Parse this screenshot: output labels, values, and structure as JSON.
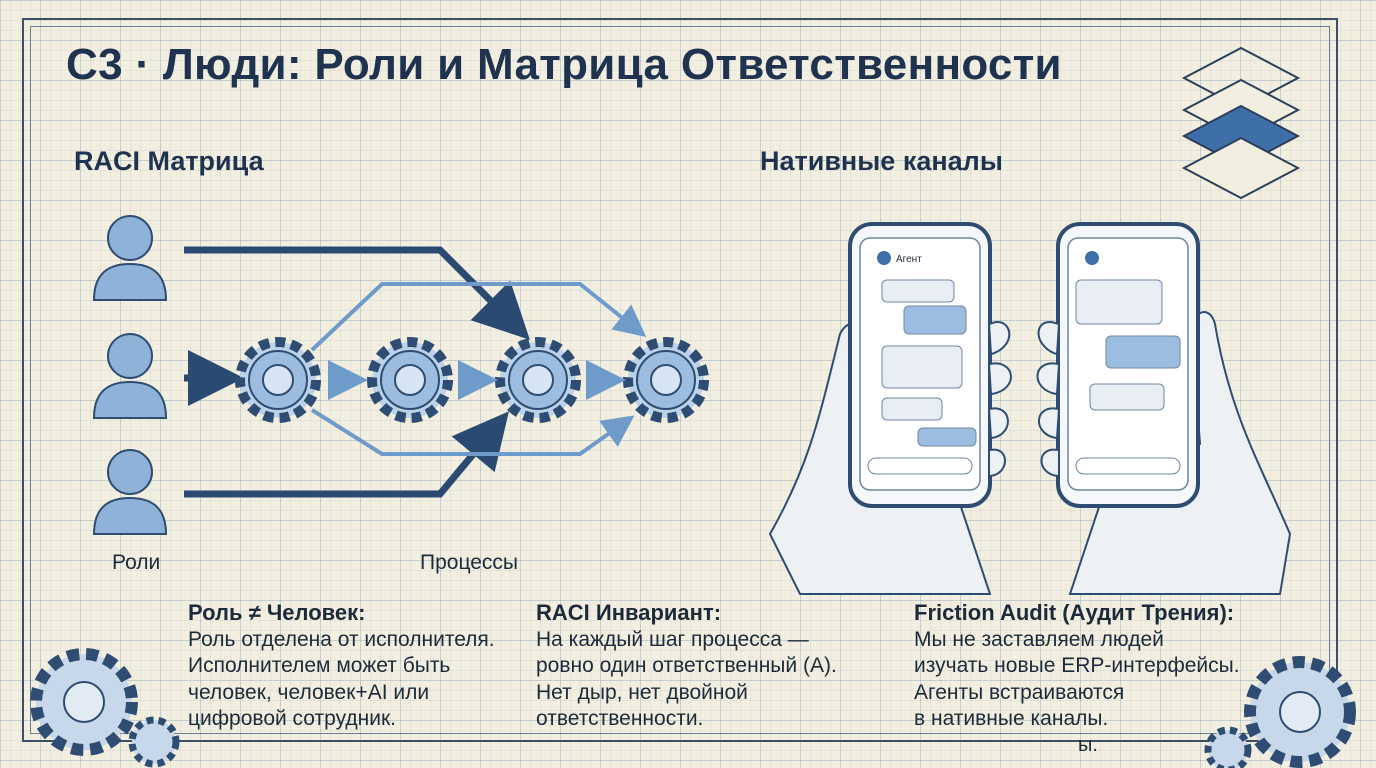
{
  "title": "C3 · Люди: Роли и Матрица Ответственности",
  "left_section": {
    "heading": "RACI Матрица",
    "roles_label": "Роли",
    "processes_label": "Процессы"
  },
  "right_section": {
    "heading": "Нативные каналы",
    "chat_header": "Агент"
  },
  "blocks": [
    {
      "title": "Роль ≠ Человек:",
      "lines": [
        "Роль отделена от исполнителя.",
        "Исполнителем может быть",
        "человек, человек+AI или",
        "цифровой сотрудник."
      ]
    },
    {
      "title": "RACI Инвариант:",
      "lines": [
        "На каждый шаг процесса —",
        "ровно один ответственный (A).",
        "Нет дыр, нет двойной",
        "ответственности."
      ]
    },
    {
      "title": "Friction Audit (Аудит Трения):",
      "lines": [
        "Мы не заставляем людей",
        "изучать новые ERP-интерфейсы.",
        "Агенты встраиваются",
        "в нативные каналы."
      ]
    }
  ],
  "stray_text": "ы.",
  "colors": {
    "ink": "#1f3350",
    "blue": "#2f5f92",
    "paper": "#f3efe0"
  }
}
